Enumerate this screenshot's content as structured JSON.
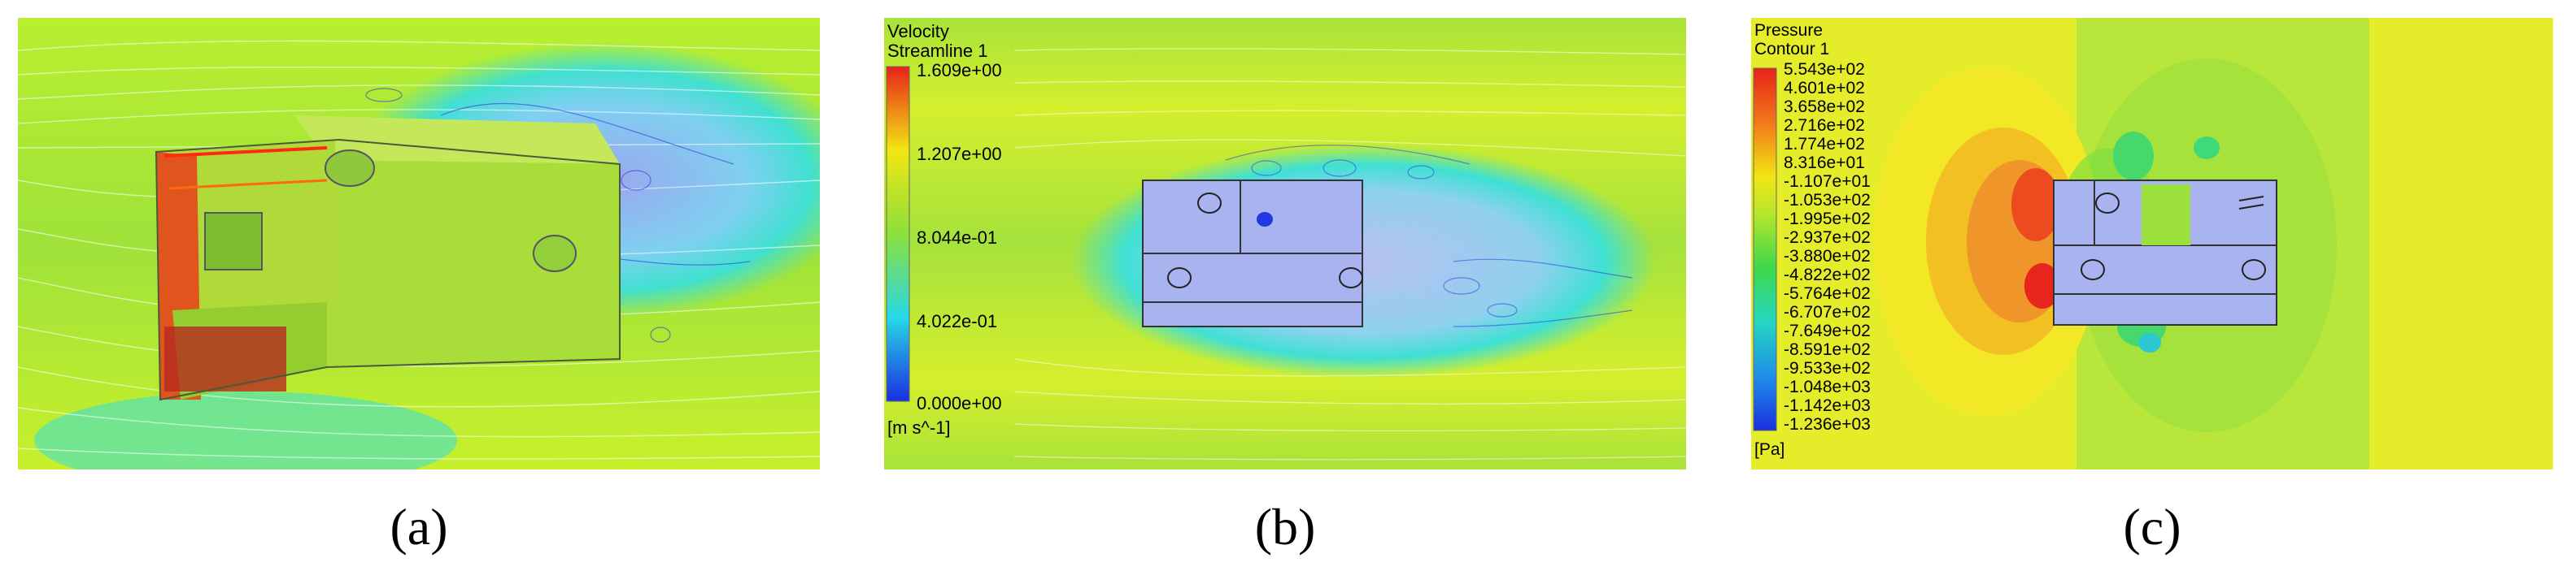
{
  "panels": {
    "a": {
      "caption": "(a)"
    },
    "b": {
      "caption": "(b)",
      "legend": {
        "title": "Velocity",
        "subtitle": "Streamline 1",
        "ticks": [
          "1.609e+00",
          "1.207e+00",
          "8.044e-01",
          "4.022e-01",
          "0.000e+00"
        ],
        "unit": "[m s^-1]"
      }
    },
    "c": {
      "caption": "(c)",
      "legend": {
        "title": "Pressure",
        "subtitle": "Contour 1",
        "ticks": [
          "5.543e+02",
          "4.601e+02",
          "3.658e+02",
          "2.716e+02",
          "1.774e+02",
          "8.316e+01",
          "-1.107e+01",
          "-1.053e+02",
          "-1.995e+02",
          "-2.937e+02",
          "-3.880e+02",
          "-4.822e+02",
          "-5.764e+02",
          "-6.707e+02",
          "-7.649e+02",
          "-8.591e+02",
          "-9.533e+02",
          "-1.048e+03",
          "-1.142e+03",
          "-1.236e+03"
        ],
        "unit": "[Pa]"
      }
    }
  },
  "colors": {
    "field_green": "#9fe33c",
    "field_yellow": "#dff02a",
    "wake_cyan": "#38e0d8",
    "body_lavender": "#a9b3f0",
    "high_red": "#e8251c",
    "orange": "#f08a1a"
  }
}
